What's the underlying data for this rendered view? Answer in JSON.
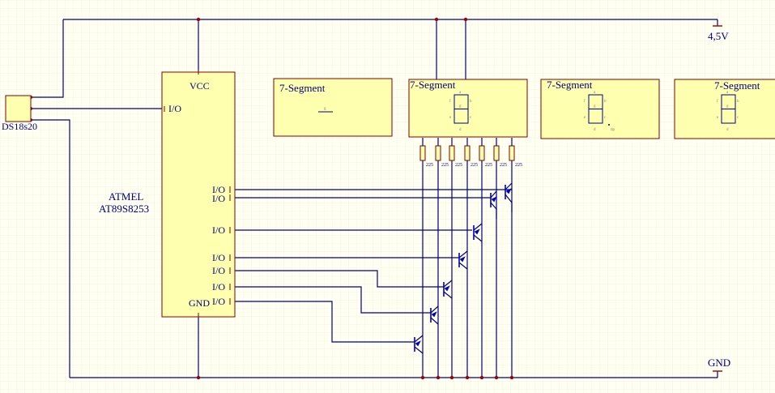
{
  "schematic": {
    "sensor": {
      "label": "DS18s20"
    },
    "mcu": {
      "maker": "ATMEL",
      "part": "AT89S8253",
      "vcc_label": "VCC",
      "gnd_label": "GND",
      "io_label": "I/O"
    },
    "displays": [
      {
        "label": "7-Segment",
        "seg_g": "g",
        "seg_a": "",
        "seg_b": "",
        "seg_c": "",
        "seg_d": "",
        "seg_e": "",
        "seg_f": "",
        "dp": ""
      },
      {
        "label": "7-Segment",
        "seg_g": "g",
        "seg_a": "a",
        "seg_b": "b",
        "seg_c": "c",
        "seg_d": "d",
        "seg_e": "e",
        "seg_f": "f",
        "dp": ""
      },
      {
        "label": "7-Segment",
        "seg_g": "g",
        "seg_a": "a",
        "seg_b": "b",
        "seg_c": "c",
        "seg_d": "d",
        "seg_e": "e",
        "seg_f": "f",
        "dp": "dp"
      },
      {
        "label": "7-Segment",
        "seg_g": "g",
        "seg_a": "a",
        "seg_b": "b",
        "seg_c": "c",
        "seg_d": "d",
        "seg_e": "e",
        "seg_f": "f",
        "dp": ""
      }
    ],
    "resistor_value": "225",
    "power_label": "4,5V",
    "ground_label": "GND"
  },
  "colors": {
    "wire": "#000080",
    "power": "#a00000",
    "component_fill": "#ffffb0",
    "component_stroke": "#800000",
    "transistor": "#0000c0",
    "grid": "#e8e8d0"
  }
}
